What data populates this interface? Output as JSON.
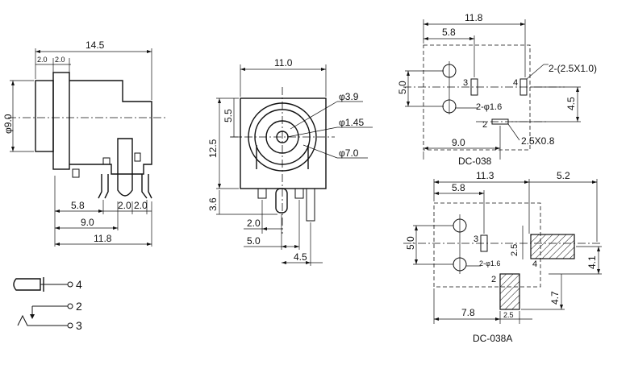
{
  "side_view": {
    "dim_overall": "14.5",
    "dim_step_a": "2.0",
    "dim_step_b": "2.0",
    "dim_dia": "φ9.0",
    "dim_pin_a": "5.8",
    "dim_pin_gap": "2.0",
    "dim_pin_gap2": "2.0",
    "dim_pin_b": "9.0",
    "dim_pin_c": "11.8"
  },
  "front_view": {
    "dim_width": "11.0",
    "dim_height": "12.5",
    "dim_upper": "5.5",
    "dim_pin_len": "3.6",
    "dim_d1": "φ3.9",
    "dim_d2": "φ1.45",
    "dim_d3": "φ7.0",
    "dim_p1": "2.0",
    "dim_p2": "5.0",
    "dim_p3": "4.5"
  },
  "pcb_dc038": {
    "dim_width": "11.8",
    "dim_left": "5.8",
    "dim_vert": "5.0",
    "dim_right": "4.5",
    "dim_bottom": "9.0",
    "label_slot": "2-(2.5X1.0)",
    "label_hole": "2-φ1.6",
    "label_slot2": "2.5X0.8",
    "pin3": "3",
    "pin4": "4",
    "pin2": "2",
    "caption": "DC-038"
  },
  "pcb_dc038a": {
    "dim_width": "11.3",
    "dim_right": "5.2",
    "dim_left": "5.8",
    "dim_vert": "5.0",
    "dim_pad": "2.5",
    "dim_side": "4.1",
    "dim_side2": "4.7",
    "dim_bottom": "7.8",
    "dim_pad_w": "2.5",
    "label_hole": "2-φ1.6",
    "pin3": "3",
    "pin4": "4",
    "pin2": "2",
    "caption": "DC-038A"
  },
  "schematic": {
    "pin4": "4",
    "pin2": "2",
    "pin3": "3"
  }
}
